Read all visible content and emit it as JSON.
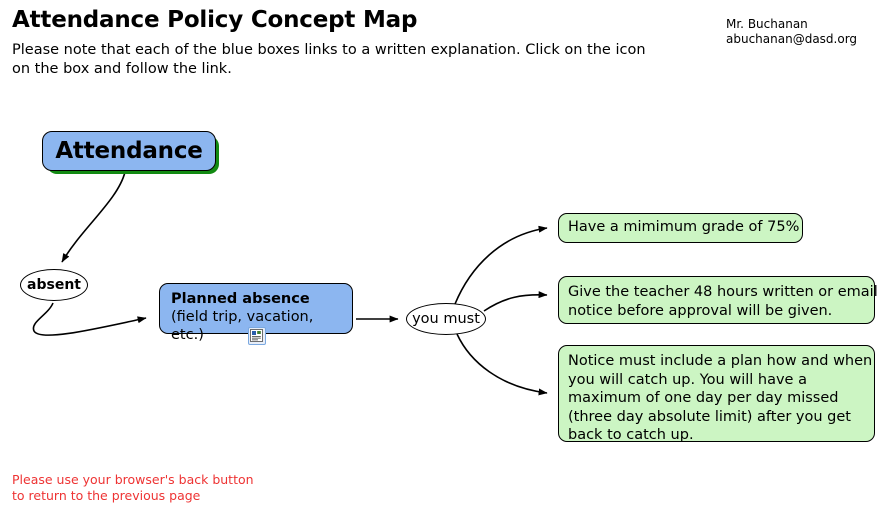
{
  "header": {
    "title": "Attendance Policy Concept Map",
    "subtitle": "Please note that each of the blue boxes links to a written explanation. Click on the icon on the box and follow the link.",
    "author_name": "Mr. Buchanan",
    "author_email": "abuchanan@dasd.org"
  },
  "diagram": {
    "root": {
      "label": "Attendance"
    },
    "absent": {
      "label": "absent"
    },
    "planned": {
      "title": "Planned absence",
      "subtitle": "(field trip, vacation, etc.)",
      "icon": "document-link-icon"
    },
    "you_must": {
      "label": "you must"
    },
    "requirements": [
      {
        "id": "req-minimum-grade",
        "lines": [
          "Have a mimimum grade of 75%"
        ]
      },
      {
        "id": "req-written-notice",
        "lines": [
          "Give the teacher 48 hours written or email",
          "notice before approval will be given."
        ]
      },
      {
        "id": "req-catch-up-plan",
        "lines": [
          "Notice must include a plan how and when",
          "you will catch up. You will have a",
          "maximum of one day per day missed",
          "(three day absolute limit) after you get",
          "back to catch up."
        ]
      }
    ]
  },
  "footer": {
    "line1": "Please use your browser's back button",
    "line2": "to return to the previous page"
  },
  "colors": {
    "node_blue": "#8cb6f0",
    "node_green": "#ccf5c3",
    "root_shadow_green": "#128a12",
    "footer_red": "#ee3333",
    "stroke": "#000000"
  }
}
